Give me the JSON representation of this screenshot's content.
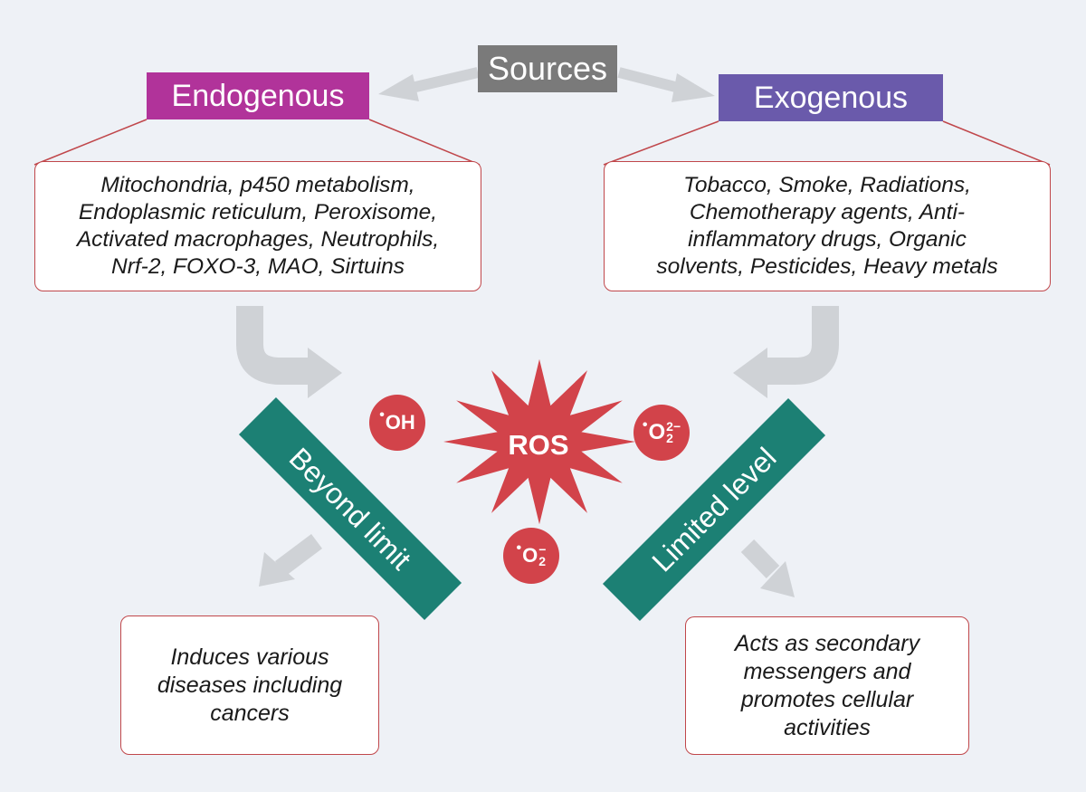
{
  "sources": {
    "label": "Sources"
  },
  "endogenous": {
    "label": "Endogenous",
    "color": "#b1339a",
    "lines": [
      "Mitochondria, p450 metabolism,",
      "Endoplasmic reticulum, Peroxisome,",
      "Activated macrophages, Neutrophils,",
      "Nrf-2, FOXO-3, MAO, Sirtuins"
    ]
  },
  "exogenous": {
    "label": "Exogenous",
    "color": "#6a5aab",
    "lines": [
      "Tobacco, Smoke, Radiations,",
      "Chemotherapy agents, Anti-",
      "inflammatory drugs, Organic",
      "solvents, Pesticides, Heavy metals"
    ]
  },
  "ros": {
    "label": "ROS",
    "color": "#d2434a"
  },
  "radicals": {
    "hydroxyl": {
      "dot": "•",
      "base": "OH"
    },
    "peroxide": {
      "dot": "•",
      "base": "O",
      "sup": "2−",
      "sub": "2"
    },
    "superoxide": {
      "dot": "•",
      "base": "O",
      "sup": "−",
      "sub": "2"
    }
  },
  "bands": {
    "beyond": {
      "label": "Beyond limit",
      "color": "#1c8074"
    },
    "limited": {
      "label": "Limited level",
      "color": "#1c8074"
    }
  },
  "outcomes": {
    "disease": {
      "lines": [
        "Induces various",
        "diseases including",
        "cancers"
      ]
    },
    "messenger": {
      "lines": [
        "Acts as secondary",
        "messengers and",
        "promotes cellular",
        "activities"
      ]
    }
  },
  "colors": {
    "background": "#eef1f6",
    "box_border": "#c0474b",
    "arrow": "#cfd2d6"
  }
}
